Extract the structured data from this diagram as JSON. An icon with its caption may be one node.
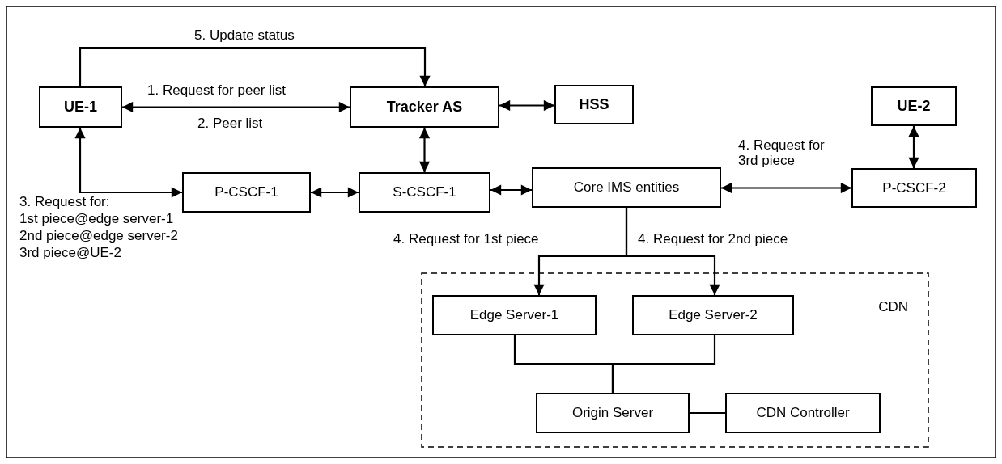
{
  "diagram": {
    "nodes": [
      {
        "text": [
          "UE-1"
        ]
      },
      {
        "text": [
          "Tracker AS"
        ]
      },
      {
        "text": [
          "HSS"
        ]
      },
      {
        "text": [
          "UE-2"
        ]
      },
      {
        "text": [
          "P-CSCF-1"
        ]
      },
      {
        "text": [
          "S-CSCF-1"
        ]
      },
      {
        "text": [
          "Core IMS entities"
        ]
      },
      {
        "text": [
          "P-CSCF-2"
        ]
      },
      {
        "text": [
          "CDN"
        ]
      },
      {
        "text": [
          "Edge Server-1"
        ],
        "in": 8
      },
      {
        "text": [
          "Edge Server-2"
        ],
        "in": 8
      },
      {
        "text": [
          "Origin Server"
        ],
        "in": 8
      },
      {
        "text": [
          "CDN Controller"
        ],
        "in": 8
      }
    ],
    "edges": [
      {
        "from": 0,
        "to": 1,
        "arrow": "both",
        "label": "1. Request for peer list"
      },
      {
        "from": 0,
        "to": 1,
        "arrow": "to",
        "label": "5. Update status"
      },
      {
        "from": 1,
        "to": 2,
        "arrow": "both"
      },
      {
        "from": 1,
        "to": 5,
        "arrow": "both"
      },
      {
        "from": 0,
        "to": 4,
        "arrow": "both"
      },
      {
        "from": 4,
        "to": 5,
        "arrow": "both"
      },
      {
        "from": 5,
        "to": 6,
        "arrow": "both"
      },
      {
        "from": 6,
        "to": 7,
        "arrow": "both",
        "label": "4. Request for 3rd piece"
      },
      {
        "from": 3,
        "to": 7,
        "arrow": "both"
      },
      {
        "from": 6,
        "to": 9,
        "arrow": "to",
        "label": "4. Request for 1st piece"
      },
      {
        "from": 6,
        "to": 10,
        "arrow": "to",
        "label": "4. Request for 2nd piece"
      },
      {
        "from": 9,
        "to": 11,
        "arrow": "none"
      },
      {
        "from": 10,
        "to": 11,
        "arrow": "none"
      },
      {
        "from": 11,
        "to": 12,
        "arrow": "none"
      }
    ],
    "labels": [
      "2. Peer list",
      "3. Request for:",
      "1st piece@edge server-1",
      "2nd piece@edge server-2",
      "3rd piece@UE-2"
    ]
  }
}
